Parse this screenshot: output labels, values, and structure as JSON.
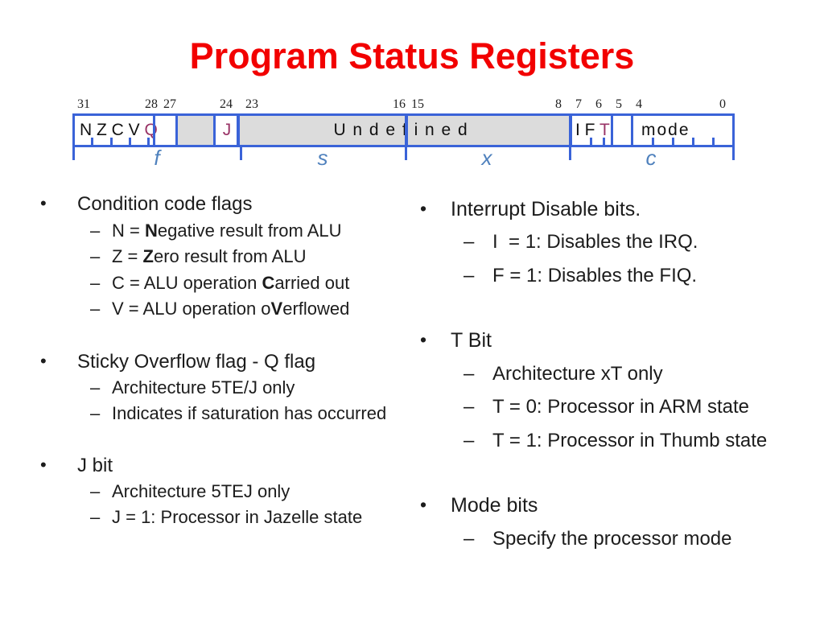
{
  "title": "Program Status Registers",
  "chars": {
    "bullet": "•",
    "dash": "–"
  },
  "colors": {
    "title_red": "#f20000",
    "line_blue": "#3a63d8",
    "letter_purple": "#993366",
    "field_gray": "#dcdcdc",
    "label_steel": "#4f81bd"
  },
  "register": {
    "bit_labels": [
      "31",
      "28",
      "27",
      "24",
      "23",
      "16",
      "15",
      "8",
      "7",
      "6",
      "5",
      "4",
      "0"
    ],
    "flags": "N Z C V",
    "q": "Q",
    "j": "J",
    "undefined_field": "Undefined",
    "i_f": "I F",
    "t": "T",
    "mode": "mode",
    "sections": {
      "f": "f",
      "s": "s",
      "x": "x",
      "c": "c"
    }
  },
  "left": {
    "b1": {
      "title": "Condition code flags",
      "items": [
        {
          "pre": "N = ",
          "bold": "N",
          "post": "egative result from ALU"
        },
        {
          "pre": "Z = ",
          "bold": "Z",
          "post": "ero result from ALU"
        },
        {
          "pre": "C = ALU operation ",
          "bold": "C",
          "post": "arried out"
        },
        {
          "pre": "V = ALU operation o",
          "bold": "V",
          "post": "erflowed"
        }
      ]
    },
    "b2": {
      "title": "Sticky Overflow flag - Q flag",
      "items": [
        {
          "pre": "Architecture 5TE/J only",
          "bold": "",
          "post": ""
        },
        {
          "pre": "Indicates if saturation has occurred",
          "bold": "",
          "post": ""
        }
      ]
    },
    "b3": {
      "title": "J bit",
      "items": [
        {
          "pre": "Architecture 5TEJ only",
          "bold": "",
          "post": ""
        },
        {
          "pre": "J = 1: Processor in Jazelle state",
          "bold": "",
          "post": ""
        }
      ]
    }
  },
  "right": {
    "b1": {
      "title": "Interrupt Disable bits.",
      "items": [
        {
          "pre": "I  = 1: Disables the IRQ.",
          "bold": "",
          "post": ""
        },
        {
          "pre": "F = 1: Disables the FIQ.",
          "bold": "",
          "post": ""
        }
      ]
    },
    "b2": {
      "title": "T Bit",
      "items": [
        {
          "pre": "Architecture xT only",
          "bold": "",
          "post": ""
        },
        {
          "pre": "T = 0: Processor in ARM state",
          "bold": "",
          "post": ""
        },
        {
          "pre": "T = 1: Processor in Thumb state",
          "bold": "",
          "post": ""
        }
      ]
    },
    "b3": {
      "title": "Mode bits",
      "items": [
        {
          "pre": "Specify the processor mode",
          "bold": "",
          "post": ""
        }
      ]
    }
  }
}
